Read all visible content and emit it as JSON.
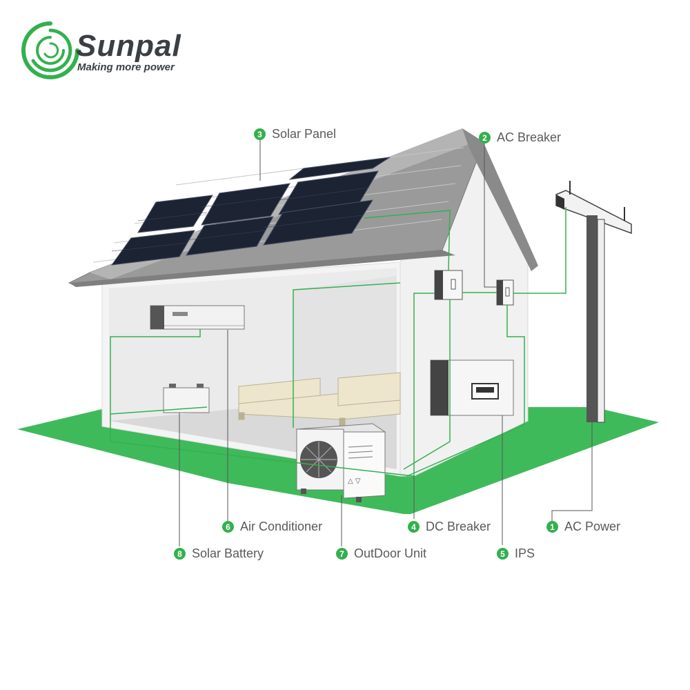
{
  "brand": {
    "name": "Sunpal",
    "tagline": "Making more power",
    "logo_icon": "swirl-logo-icon",
    "accent_color": "#34b04f"
  },
  "labels": [
    {
      "id": "ac-power",
      "number": "1",
      "text": "AC Power"
    },
    {
      "id": "ac-breaker",
      "number": "2",
      "text": "AC Breaker"
    },
    {
      "id": "solar-panel",
      "number": "3",
      "text": "Solar Panel"
    },
    {
      "id": "dc-breaker",
      "number": "4",
      "text": "DC Breaker"
    },
    {
      "id": "ips",
      "number": "5",
      "text": "IPS"
    },
    {
      "id": "air-conditioner",
      "number": "6",
      "text": "Air Conditioner"
    },
    {
      "id": "outdoor-unit",
      "number": "7",
      "text": "OutDoor Unit"
    },
    {
      "id": "solar-battery",
      "number": "8",
      "text": "Solar Battery"
    }
  ],
  "colors": {
    "ground": "#3fba5b",
    "wire": "#34b04f",
    "wall": "#ececec",
    "roof": "#9a9a9a",
    "panel": "#1c2333"
  }
}
